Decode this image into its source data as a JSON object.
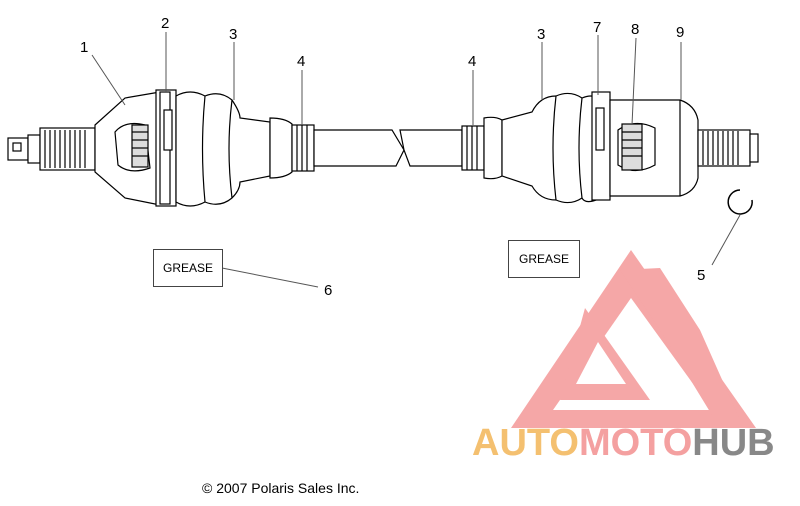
{
  "callouts": [
    "1",
    "2",
    "3",
    "4",
    "4",
    "3",
    "7",
    "8",
    "9",
    "5",
    "6"
  ],
  "grease_labels": [
    "GREASE",
    "GREASE"
  ],
  "copyright": "© 2007 Polaris Sales Inc.",
  "watermark": {
    "parts": [
      "AUTO",
      "MOTO",
      "HUB"
    ],
    "colors": [
      "#f4c070",
      "#f4a0a0",
      "#888888"
    ],
    "logo_color": "#f59e9e"
  }
}
